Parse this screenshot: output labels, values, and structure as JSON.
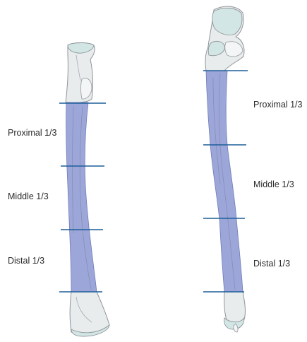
{
  "left_bone": {
    "labels": {
      "proximal": "Proximal 1/3",
      "middle": "Middle 1/3",
      "distal": "Distal 1/3"
    }
  },
  "right_bone": {
    "labels": {
      "proximal": "Proximal 1/3",
      "middle": "Middle 1/3",
      "distal": "Distal 1/3"
    }
  },
  "colors": {
    "shaft_fill": "#8e9ad3",
    "divider_line": "#1f5f99",
    "bone": "#e9eced",
    "articular_cartilage": "#d3e6e6"
  }
}
